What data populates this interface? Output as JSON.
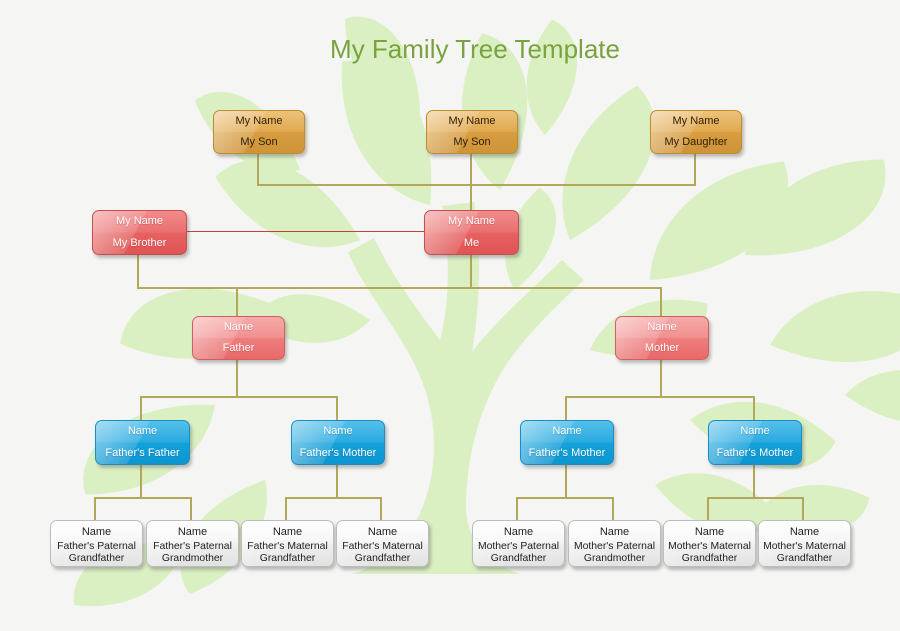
{
  "title": "My Family Tree Template",
  "colors": {
    "background": "#f5f5f3",
    "title_text": "#7aa23f",
    "leaf_green": "#daf0c2",
    "connector": "#b3a75c",
    "sibling_connector": "#c0413d",
    "child_orange": "#d89d40",
    "self_red": "#e76262",
    "parent_pink": "#ee7d7d",
    "grandparent_blue": "#14a1da",
    "great_grandparent_gray": "#eeeeee"
  },
  "nodes": {
    "son1": {
      "line1": "My Name",
      "line2": "My Son"
    },
    "son2": {
      "line1": "My Name",
      "line2": "My Son"
    },
    "daughter": {
      "line1": "My Name",
      "line2": "My Daughter"
    },
    "brother": {
      "line1": "My Name",
      "line2": "My Brother"
    },
    "me": {
      "line1": "My Name",
      "line2": "Me"
    },
    "father": {
      "line1": "Name",
      "line2": "Father"
    },
    "mother": {
      "line1": "Name",
      "line2": "Mother"
    },
    "grandparents": [
      {
        "line1": "Name",
        "line2": "Father's Father"
      },
      {
        "line1": "Name",
        "line2": "Father's Mother"
      },
      {
        "line1": "Name",
        "line2": "Father's Mother"
      },
      {
        "line1": "Name",
        "line2": "Father's Mother"
      }
    ],
    "great_grandparents": [
      {
        "line1": "Name",
        "line2": "Father's Paternal Grandfather"
      },
      {
        "line1": "Name",
        "line2": "Father's Paternal Grandmother"
      },
      {
        "line1": "Name",
        "line2": "Father's Maternal Grandfather"
      },
      {
        "line1": "Name",
        "line2": "Father's Maternal Grandfather"
      },
      {
        "line1": "Name",
        "line2": "Mother's Paternal Grandfather"
      },
      {
        "line1": "Name",
        "line2": "Mother's Paternal Grandmother"
      },
      {
        "line1": "Name",
        "line2": "Mother's Maternal Grandfather"
      },
      {
        "line1": "Name",
        "line2": "Mother's Maternal Grandfather"
      }
    ]
  }
}
